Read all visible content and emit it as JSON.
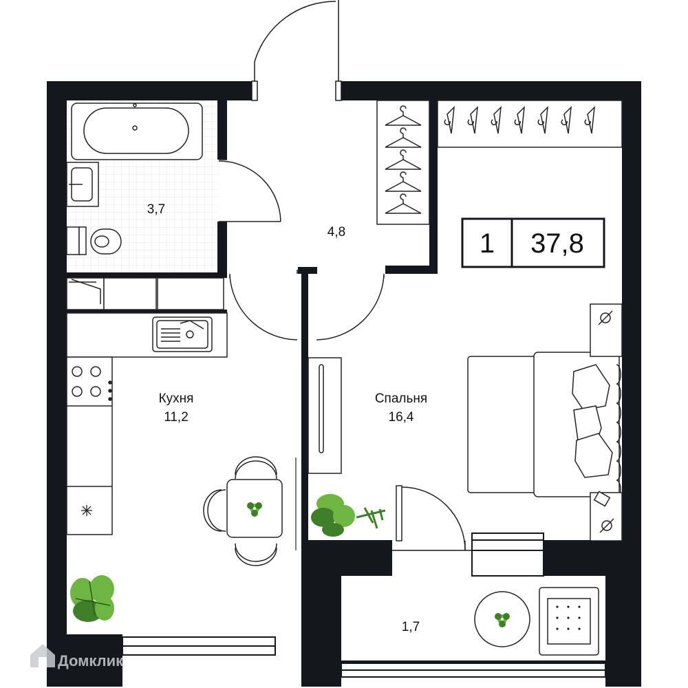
{
  "plan": {
    "info_box": {
      "rooms_count": "1",
      "total_area": "37,8"
    },
    "rooms": {
      "bathroom": {
        "area": "3,7"
      },
      "hallway": {
        "area": "4,8"
      },
      "kitchen": {
        "name": "Кухня",
        "area": "11,2"
      },
      "bedroom": {
        "name": "Спальня",
        "area": "16,4"
      },
      "balcony": {
        "area": "1,7"
      }
    },
    "watermark": "Домклик"
  },
  "colors": {
    "wall": "#15171f",
    "line": "#2a2a2a",
    "tile_grid": "#e6e6ea",
    "plant_green": "#6fb544",
    "plant_dark": "#3f7f2a",
    "watermark": "#c9cbd1"
  }
}
